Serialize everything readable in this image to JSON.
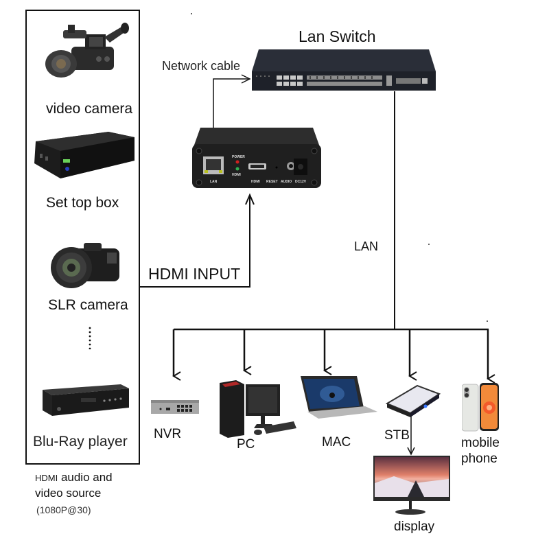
{
  "sources": {
    "items": [
      {
        "label": "video camera"
      },
      {
        "label": "Set top box"
      },
      {
        "label": "SLR camera"
      },
      {
        "label": "Blu-Ray player"
      }
    ],
    "ellipsis": "⋮",
    "caption_prefix": "HDMI",
    "caption_line1_rest": " audio and",
    "caption_line2": "video source",
    "caption_line3": "(1080P@30)"
  },
  "encoder": {
    "port_labels": [
      "LAN",
      "POWER",
      "HDMI",
      "HDMI",
      "RESET",
      "AUDIO",
      "DC12V"
    ]
  },
  "connections": {
    "network_cable": "Network cable",
    "hdmi_input": "HDMI INPUT",
    "lan": "LAN"
  },
  "switch": {
    "label": "Lan Switch"
  },
  "destinations": [
    {
      "label": "NVR"
    },
    {
      "label": "PC"
    },
    {
      "label": "MAC"
    },
    {
      "label": "STB"
    },
    {
      "label_line1": "mobile",
      "label_line2": "phone"
    },
    {
      "label": "display"
    }
  ]
}
